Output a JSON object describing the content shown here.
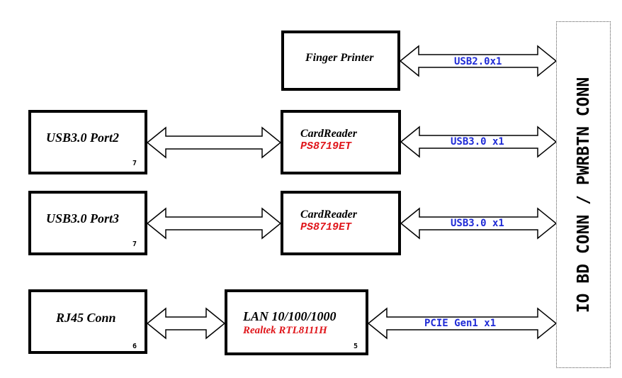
{
  "blocks": {
    "finger_printer": {
      "title": "Finger Printer"
    },
    "usb3_port2": {
      "title": "USB3.0 Port2",
      "page": "7"
    },
    "usb3_port3": {
      "title": "USB3.0 Port3",
      "page": "7"
    },
    "cardreader_1": {
      "title": "CardReader",
      "chip": "PS8719ET"
    },
    "cardreader_2": {
      "title": "CardReader",
      "chip": "PS8719ET"
    },
    "rj45": {
      "title": "RJ45 Conn",
      "page": "6"
    },
    "lan": {
      "title": "LAN 10/100/1000",
      "chip": "Realtek  RTL8111H",
      "page": "5"
    }
  },
  "links": {
    "finger_to_io": "USB2.0x1",
    "cardreader1_to_io": "USB3.0 x1",
    "cardreader2_to_io": "USB3.0 x1",
    "lan_to_io": "PCIE Gen1 x1"
  },
  "connector": {
    "label": "IO BD CONN / PWRBTN CONN"
  },
  "colors": {
    "signal_label": "#1f2bd6",
    "chip_label": "#e0161b"
  }
}
